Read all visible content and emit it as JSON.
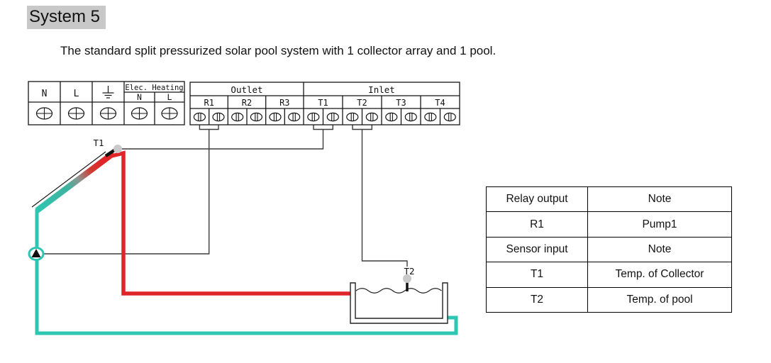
{
  "title": "System 5",
  "subtitle": "The standard split pressurized solar pool system with 1 collector array and 1 pool.",
  "terminal_block": {
    "mains": {
      "neutral": "N",
      "live": "L"
    },
    "elec_heating": {
      "label": "Elec. Heating",
      "neutral": "N",
      "live": "L"
    },
    "outlet": {
      "label": "Outlet",
      "channels": [
        "R1",
        "R2",
        "R3"
      ]
    },
    "inlet": {
      "label": "Inlet",
      "channels": [
        "T1",
        "T2",
        "T3",
        "T4"
      ]
    }
  },
  "diagram": {
    "collector_sensor": "T1",
    "pool_sensor": "T2"
  },
  "reference_table": {
    "rows": [
      {
        "item": "Relay output",
        "note": "Note"
      },
      {
        "item": "R1",
        "note": "Pump1"
      },
      {
        "item": "Sensor input",
        "note": "Note"
      },
      {
        "item": "T1",
        "note": "Temp. of Collector"
      },
      {
        "item": "T2",
        "note": "Temp. of pool"
      }
    ]
  },
  "colors": {
    "hot_pipe": "#e02529",
    "cold_pipe": "#2ec6b2",
    "sensor_dot": "#c9c9c9",
    "title_highlight": "#c8c8c8"
  }
}
